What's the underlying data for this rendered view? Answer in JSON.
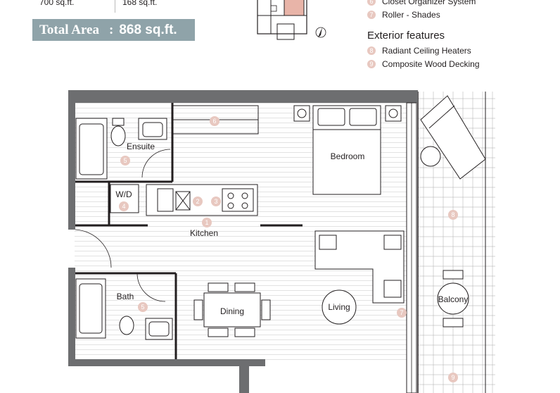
{
  "areas": {
    "interior": "700 sq.ft.",
    "exterior": "168 sq.ft.",
    "total_label": "Total Area",
    "total_sep": ":",
    "total_value": "868 sq.ft."
  },
  "legend": {
    "interior_items": [
      {
        "num": "6",
        "label": "Closet Organizer System"
      },
      {
        "num": "7",
        "label": "Roller - Shades"
      }
    ],
    "exterior_title": "Exterior features",
    "exterior_items": [
      {
        "num": "8",
        "label": "Radiant Ceiling Heaters"
      },
      {
        "num": "9",
        "label": "Composite Wood Decking"
      }
    ]
  },
  "rooms": {
    "ensuite": "Ensuite",
    "wd": "W/D",
    "kitchen": "Kitchen",
    "bedroom": "Bedroom",
    "bath": "Bath",
    "dining": "Dining",
    "living": "Living",
    "balcony": "Balcony"
  },
  "badges": [
    "1",
    "2",
    "3",
    "4",
    "5",
    "5",
    "6",
    "7",
    "8",
    "9"
  ],
  "colors": {
    "wall": "#6d6e70",
    "accent": "#8fa3a9",
    "badge": "#e8c8c0",
    "key_highlight": "#e8b4a8"
  }
}
